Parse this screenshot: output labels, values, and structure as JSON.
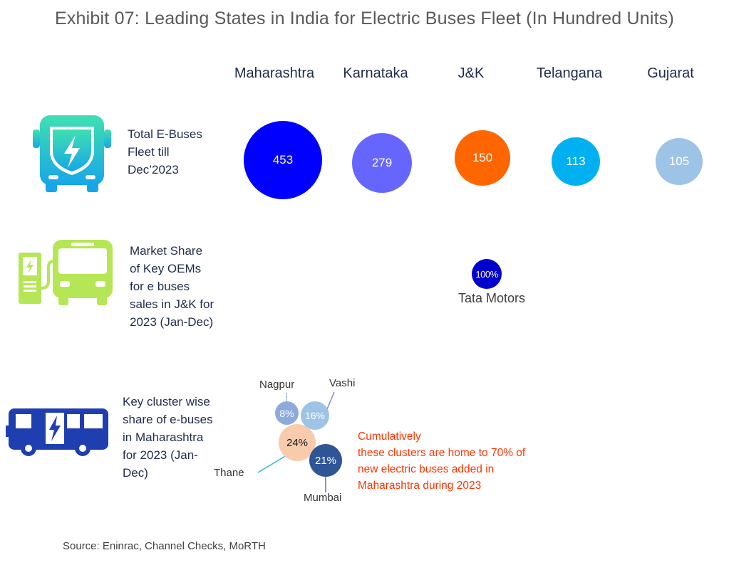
{
  "title": "Exhibit 07: Leading States in India for Electric Buses Fleet (In Hundred Units)",
  "rows": {
    "fleet_label": [
      "Total E-Buses",
      "Fleet till",
      "Dec’2023"
    ],
    "oem_label": [
      "Market Share",
      "of Key OEMs",
      "for e buses",
      "sales in J&K for",
      "2023  (Jan-Dec)"
    ],
    "cluster_label": [
      "Key cluster wise",
      "share of e-buses",
      "in Maharashtra",
      "for 2023 (Jan-",
      "Dec)"
    ]
  },
  "icons": {
    "fleet": "electric-bus-front-icon",
    "oem": "charging-station-bus-icon",
    "cluster": "electric-bus-side-icon"
  },
  "chart_data": [
    {
      "type": "bubble",
      "title": "Total E-Buses Fleet till Dec’2023",
      "unit": "Hundred Units",
      "categories": [
        "Maharashtra",
        "Karnataka",
        "J&K",
        "Telangana",
        "Gujarat"
      ],
      "values": [
        453,
        279,
        150,
        113,
        105
      ],
      "value_labels": [
        "453",
        "279",
        "150",
        "113",
        "105"
      ],
      "colors": [
        "#0000ff",
        "#6666ff",
        "#ff6600",
        "#00b0f0",
        "#9dc3e6"
      ]
    },
    {
      "type": "bubble",
      "title": "Market Share of Key OEMs for e buses sales in J&K for 2023 (Jan-Dec)",
      "categories": [
        "Tata Motors"
      ],
      "values": [
        100
      ],
      "value_labels": [
        "100%"
      ],
      "colors": [
        "#0000cc"
      ]
    },
    {
      "type": "bubble",
      "title": "Key cluster wise share of e-buses in Maharashtra for 2023 (Jan-Dec)",
      "categories": [
        "Nagpur",
        "Vashi",
        "Thane",
        "Mumbai"
      ],
      "values": [
        8,
        16,
        24,
        21
      ],
      "value_labels": [
        "8%",
        "16%",
        "24%",
        "21%"
      ],
      "colors": [
        "#8eaadb",
        "#9dc3e6",
        "#f8cbad",
        "#2f5597"
      ],
      "annotation": [
        "Cumulatively",
        "these clusters are home to 70% of",
        "new electric buses added in",
        "Maharashtra during 2023"
      ]
    }
  ],
  "source": "Source:  Eninrac, Channel Checks, MoRTH"
}
